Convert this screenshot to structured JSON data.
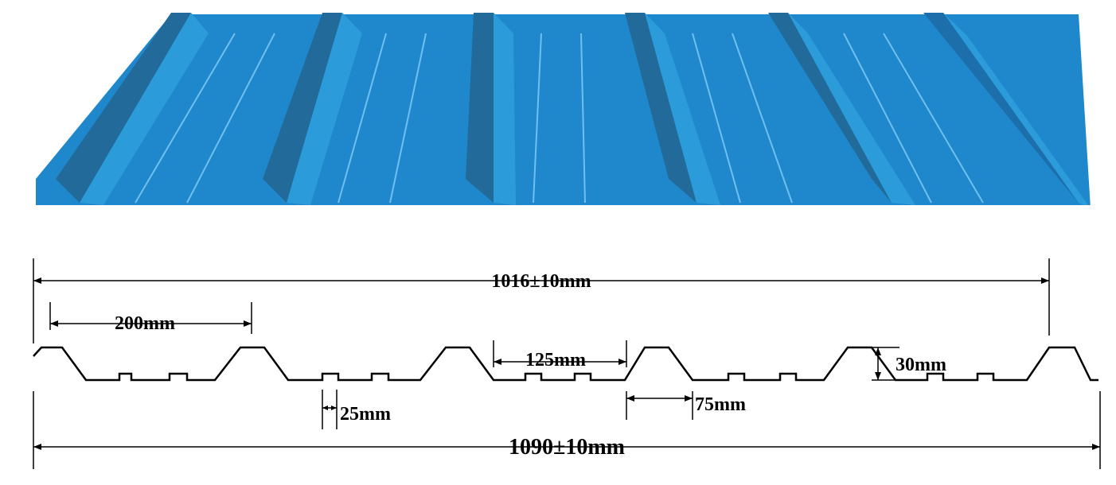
{
  "colors": {
    "panel_main": "#1f88cd",
    "panel_light": "#2b9bd9",
    "panel_dark": "#216a99",
    "panel_shadow": "#1c6faa",
    "dimension_line": "#000000"
  },
  "panel_illustration": {
    "rib_count": 6
  },
  "dimensions": {
    "cover_width": "1016±10mm",
    "rib_pitch": "200mm",
    "trough_width": "125mm",
    "profile_height": "30mm",
    "stiffener_width": "25mm",
    "crest_offset": "75mm",
    "total_width": "1090±10mm"
  }
}
